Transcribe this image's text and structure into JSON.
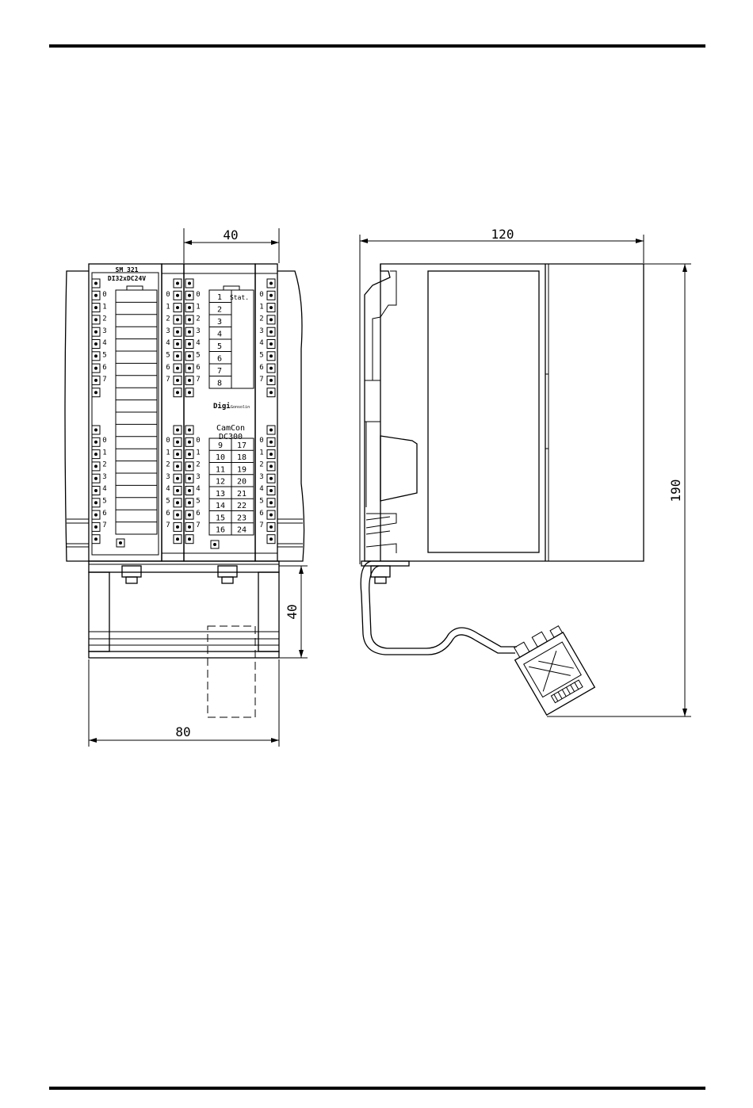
{
  "dimensions": {
    "front_width_top": "40",
    "front_width_bottom": "80",
    "front_depth": "40",
    "side_depth": "120",
    "side_height": "190"
  },
  "modules": {
    "sm321_title": "SM 321",
    "sm321_subtitle": "DI32xDC24V",
    "camcon_brand": "CamCon",
    "camcon_model": "DC300",
    "stat_label": "Stat.",
    "manufacturer_caption": "Gonsolin"
  },
  "channel_labels": [
    "0",
    "1",
    "2",
    "3",
    "4",
    "5",
    "6",
    "7"
  ],
  "output_table": {
    "top": [
      "1",
      "2",
      "3",
      "4",
      "5",
      "6",
      "7",
      "8"
    ],
    "bottom_left": [
      "9",
      "10",
      "11",
      "12",
      "13",
      "14",
      "15",
      "16"
    ],
    "bottom_right": [
      "17",
      "18",
      "19",
      "20",
      "21",
      "22",
      "23",
      "24"
    ]
  }
}
